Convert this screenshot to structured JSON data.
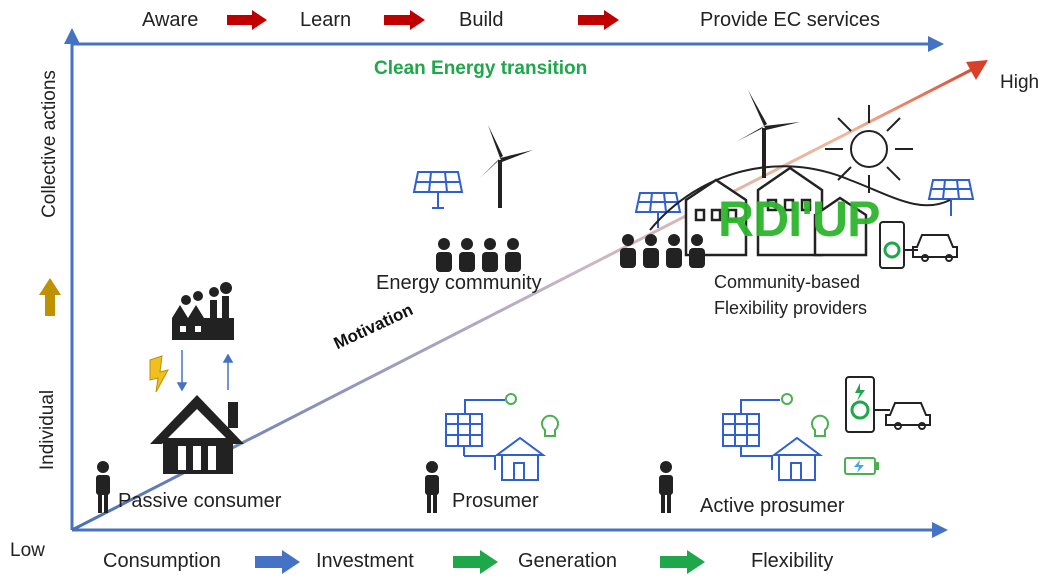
{
  "top_axis": {
    "steps": [
      "Aware",
      "Learn",
      "Build",
      "Provide EC services"
    ],
    "title": "Clean Energy transition"
  },
  "bottom_axis": {
    "steps": [
      "Consumption",
      "Investment",
      "Generation",
      "Flexibility"
    ]
  },
  "left_axis": {
    "top_label": "Collective actions",
    "bottom_label": "Individual"
  },
  "corners": {
    "low": "Low",
    "high": "High"
  },
  "diagonal_label": "Motivation",
  "actors": {
    "passive": "Passive consumer",
    "prosumer": "Prosumer",
    "active": "Active prosumer",
    "community": "Energy community",
    "flex_line1": "Community-based",
    "flex_line2": "Flexibility providers"
  },
  "watermark": "RDI'UP",
  "colors": {
    "axis_blue": "#4472c4",
    "red_arrow": "#c00000",
    "green_arrow": "#1ea84a",
    "gold_arrow": "#bf9000",
    "title_green": "#1ea84a",
    "panel_blue": "#2f5fd0"
  }
}
